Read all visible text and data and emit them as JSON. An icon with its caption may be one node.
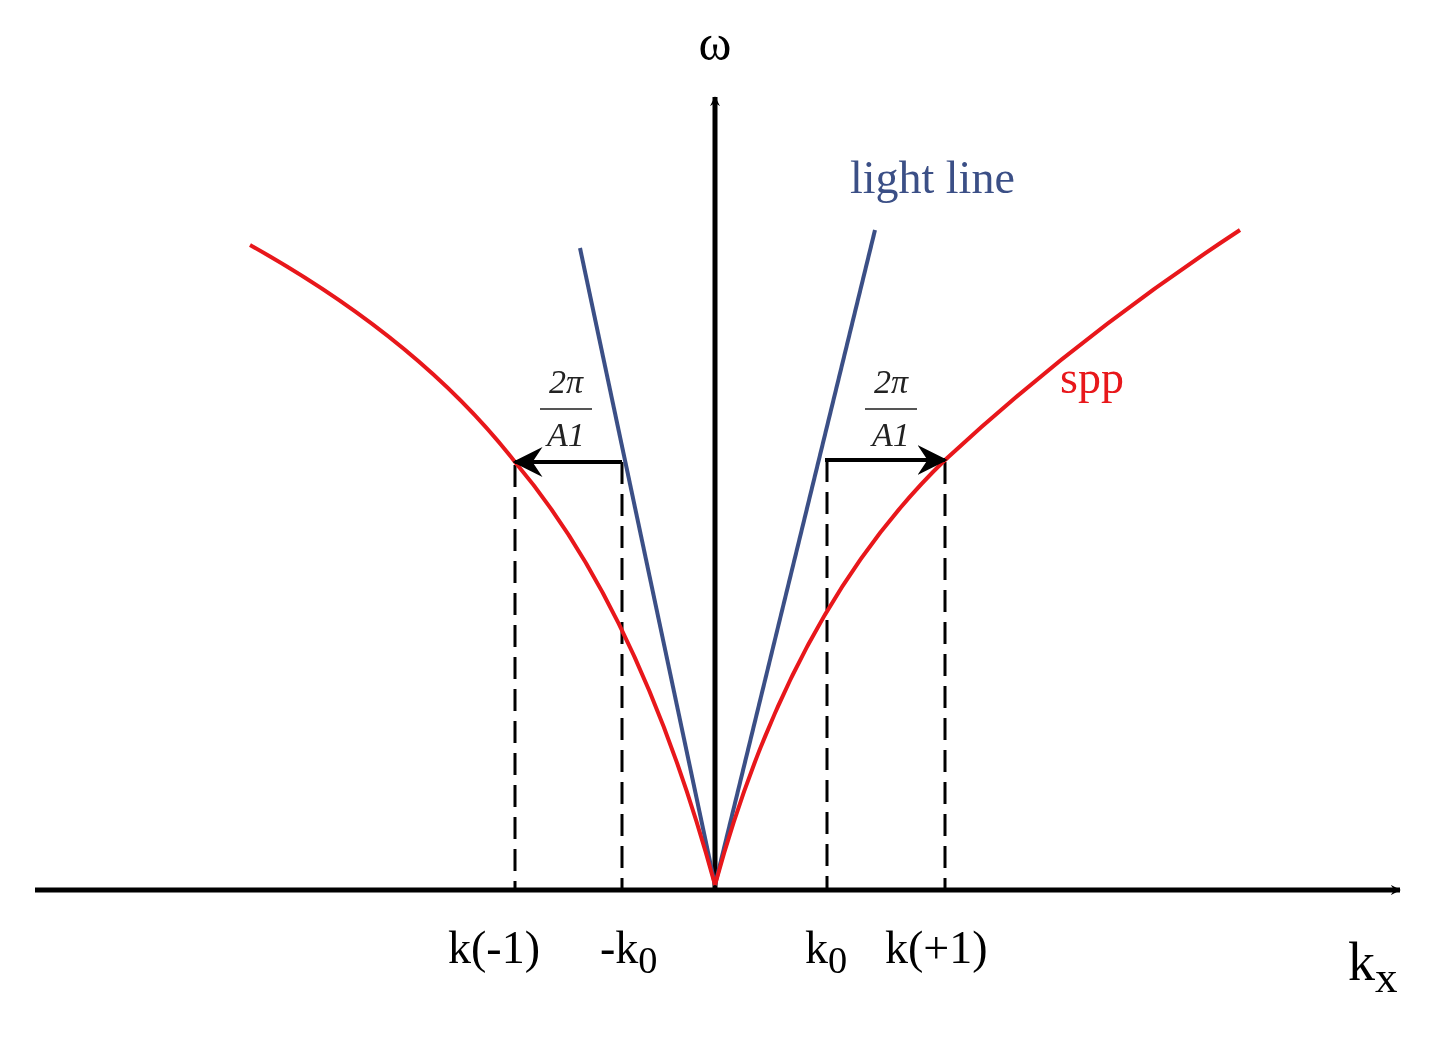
{
  "diagram": {
    "labels": [
      "ω",
      "light line",
      "2π",
      "2π",
      "spp",
      "A1",
      "A1",
      "k(-1)",
      "-k$_{0}$",
      "k$_{0}$",
      "k(+1)",
      "k$_{x}$"
    ]
  }
}
